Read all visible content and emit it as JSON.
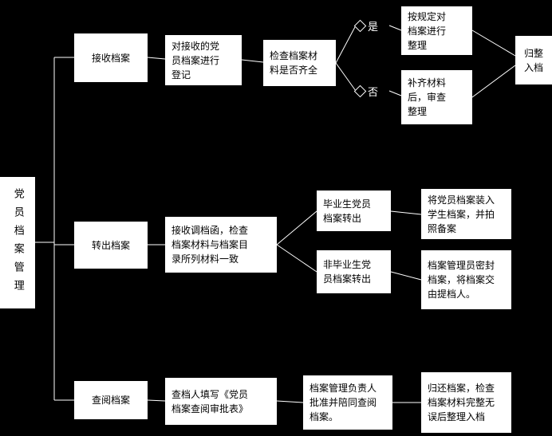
{
  "root": {
    "label": "党员档案管理"
  },
  "receive_flow": {
    "step1": "接收档案",
    "step2": "对接收的党\n员档案进行\n登记",
    "step3": "检查档案材\n料是否齐全",
    "yes_label": "是",
    "no_label": "否",
    "yes_step": "按规定对\n档案进行\n整理",
    "no_step": "补齐材料\n后，审查\n整理",
    "final_step": "归整\n入档"
  },
  "transfer_flow": {
    "step1": "转出档案",
    "step2": "接收调档函，检查\n档案材料与档案目\n录所列材料一致",
    "graduate_branch": "毕业生党员\n档案转出",
    "non_graduate_branch": "非毕业生党\n员档案转出",
    "graduate_next": "将党员档案装入\n学生档案，并拍\n照备案",
    "non_graduate_next": "档案管理员密封\n档案，将档案交\n由提档人。"
  },
  "consult_flow": {
    "step1": "查阅档案",
    "step2": "查档人填写《党员\n档案查阅审批表》",
    "step3": "档案管理负责人\n批准并陪同查阅\n档案。",
    "step4": "归还档案，检查\n档案材料完整无\n误后整理入档"
  },
  "colors": {
    "background": "#000000",
    "box_background": "#ffffff",
    "box_text": "#000000",
    "connector": "#ffffff",
    "decision_text": "#ffffff"
  }
}
